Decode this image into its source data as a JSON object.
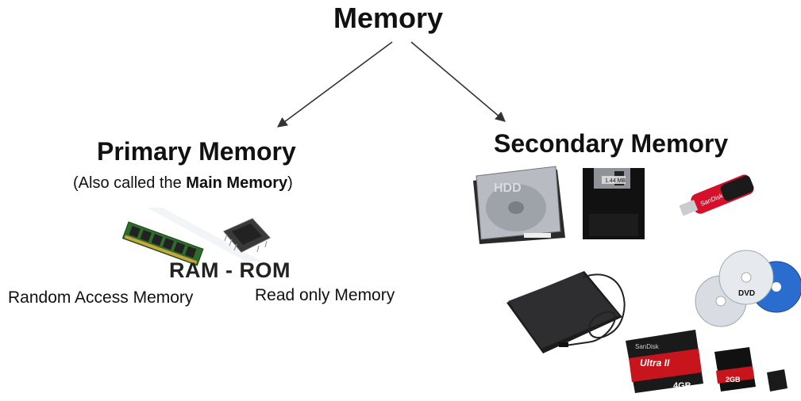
{
  "title": "Memory",
  "primary": {
    "title": "Primary Memory",
    "subtitle_prefix": "(Also called the ",
    "subtitle_bold": "Main Memory",
    "subtitle_suffix": ")",
    "types_label": "RAM - ROM",
    "ram_full": "Random Access Memory",
    "rom_full": "Read only Memory"
  },
  "secondary": {
    "title": "Secondary Memory",
    "hdd_label": "HDD",
    "floppy_label": "1.44 MB",
    "usb_brand": "SanDisk",
    "dvd_label": "DVD",
    "cf_brand": "SanDisk",
    "cf_line": "Ultra II",
    "cf_capacity": "4GB",
    "sd_capacity": "2GB"
  },
  "colors": {
    "text": "#111111",
    "arrow": "#333333",
    "usb_red": "#d4102a",
    "cf_red": "#c8141c"
  }
}
